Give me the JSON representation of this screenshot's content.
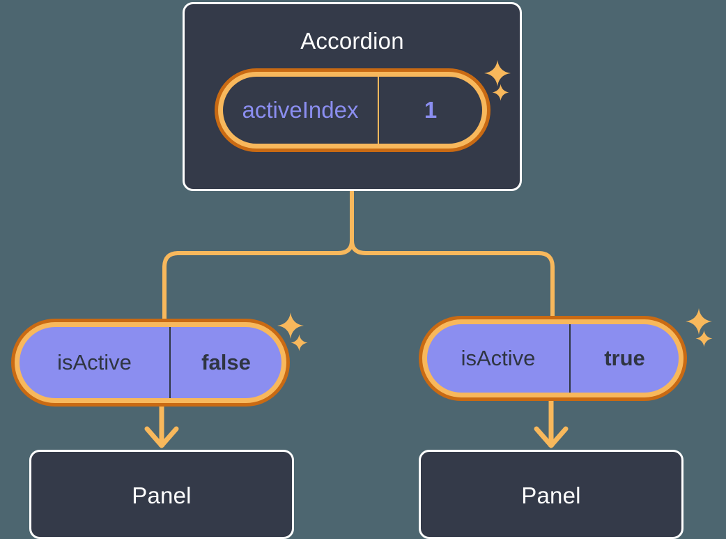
{
  "theme": {
    "page_background": "#4d6670",
    "box_background": "#343a49",
    "box_border": "#ffffff",
    "ring_outer": "#c96a13",
    "ring_inner": "#f8b85c",
    "pill_fill_purple": "#8b8ef0",
    "text_purple": "#8b8ef0",
    "text_dark": "#2f3542",
    "text_white": "#ffffff",
    "connector": "#f8b85c"
  },
  "diagram": {
    "type": "component-tree",
    "root": {
      "title": "Accordion",
      "state": {
        "key": "activeIndex",
        "value": "1"
      }
    },
    "children": [
      {
        "prop": {
          "key": "isActive",
          "value": "false"
        },
        "child_title": "Panel"
      },
      {
        "prop": {
          "key": "isActive",
          "value": "true"
        },
        "child_title": "Panel"
      }
    ]
  },
  "icons": {
    "sparkle_large": "sparkle-icon",
    "sparkle_small": "sparkle-icon"
  }
}
